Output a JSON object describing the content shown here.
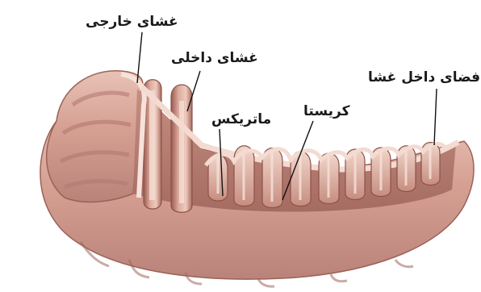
{
  "labels": {
    "outer_membrane": "غشای خارجی",
    "inner_membrane": "غشای داخلی",
    "intermembrane_space": "فضای داخل غشا",
    "cristae": "کریستا",
    "matrix": "ماتریکس"
  },
  "colors": {
    "outer_surface": "#d9a99c",
    "outer_shadow": "#a96e63",
    "inner_fold": "#e2b6a9",
    "fold_dark": "#8e5148",
    "cut_edge": "#f6e2da",
    "leader_line": "#111111"
  }
}
